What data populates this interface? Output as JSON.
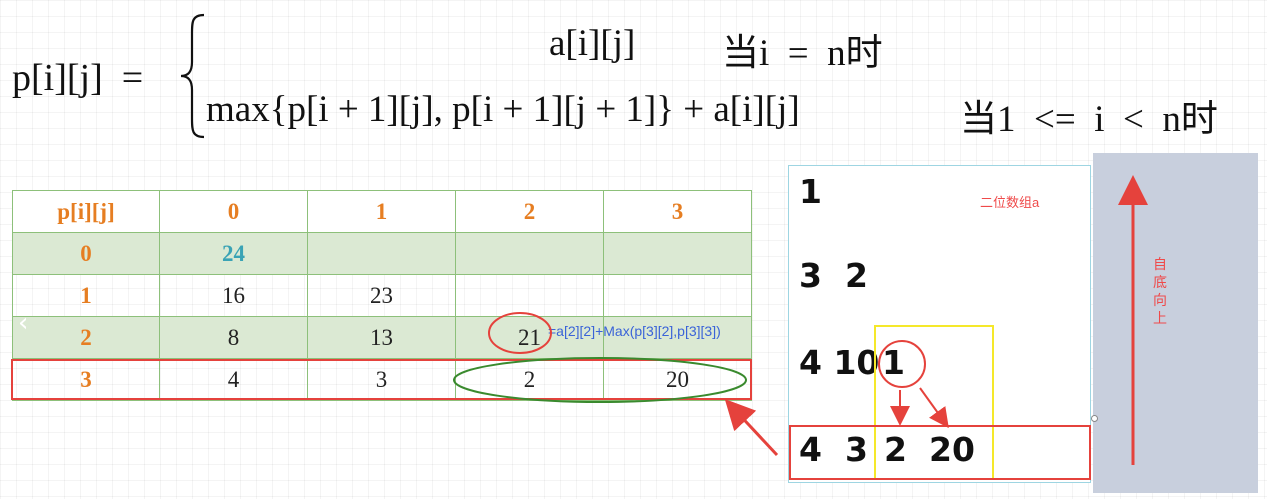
{
  "formula": {
    "lhs": "p[i][j]  =",
    "case1_expr": "a[i][j]",
    "case1_cond": "当i  =  n时",
    "case2_expr": "max{p[i + 1][j], p[i + 1][j + 1]} + a[i][j]",
    "case2_cond": "当1  <=  i  <  n时"
  },
  "table": {
    "header": [
      "p[i][j]",
      "0",
      "1",
      "2",
      "3"
    ],
    "rows": [
      {
        "label": "0",
        "cells": [
          "24",
          "",
          "",
          ""
        ]
      },
      {
        "label": "1",
        "cells": [
          "16",
          "23",
          "",
          ""
        ]
      },
      {
        "label": "2",
        "cells": [
          "8",
          "13",
          "21",
          ""
        ]
      },
      {
        "label": "3",
        "cells": [
          "4",
          "3",
          "2",
          "20"
        ]
      }
    ],
    "note": "=a[2][2]+Max(p[3][2],p[3][3])"
  },
  "array_a": {
    "label": "二位数组a",
    "rows": [
      "1",
      "3  2",
      "4 10",
      "4  3",
      "1",
      "2",
      "20"
    ]
  },
  "side_label": "自底向上",
  "colors": {
    "orange": "#e67e22",
    "teal": "#3aa3b5",
    "red": "#e5423c",
    "green_circle": "#3a8a2e",
    "yellow": "#f5e82a",
    "blue_note": "#3a63d8"
  },
  "icons": {
    "nav": "chevron-left-icon"
  }
}
